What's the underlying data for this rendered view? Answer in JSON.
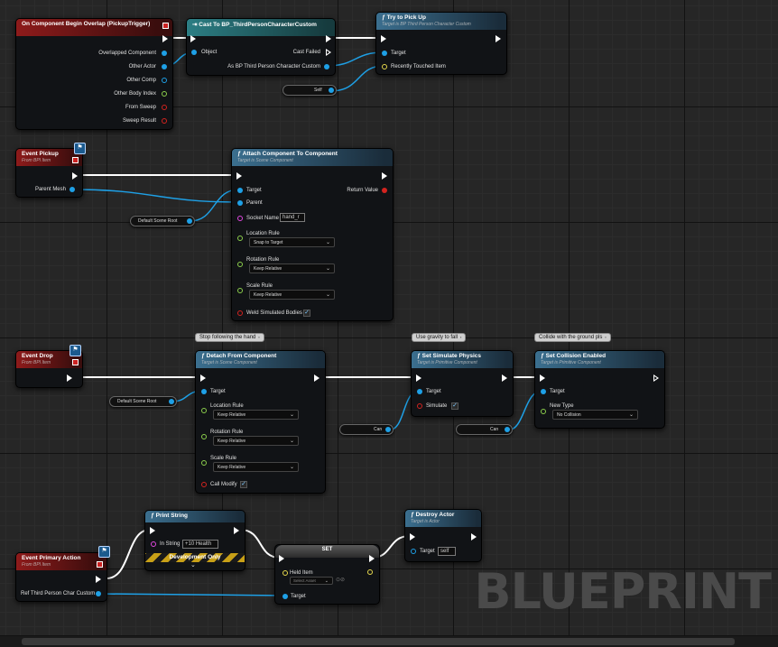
{
  "app": {
    "watermark": "BLUEPRINT"
  },
  "colors": {
    "event_header": "#8e1b1b",
    "function_header": "#3b6f8f",
    "cast_header": "#2c7e84",
    "object_pin": "#1ea0e6",
    "exec_wire": "#ffffff"
  },
  "nodes": {
    "begin_overlap": {
      "title": "On Component Begin Overlap (PickupTrigger)",
      "pins": [
        "Overlapped Component",
        "Other Actor",
        "Other Comp",
        "Other Body Index",
        "From Sweep",
        "Sweep Result"
      ]
    },
    "cast": {
      "title": "Cast To BP_ThirdPersonCharacterCustom",
      "object": "Object",
      "cast_failed": "Cast Failed",
      "as_output": "As BP Third Person Character Custom"
    },
    "try_pickup": {
      "title": "Try to Pick Up",
      "subtitle": "Target is BP Third Person Character Custom",
      "target": "Target",
      "recently_touched": "Recently Touched Item"
    },
    "self_var": {
      "label": "Self"
    },
    "event_pickup": {
      "title": "Event Pickup",
      "subtitle": "From BPI Item",
      "parent_mesh": "Parent Mesh"
    },
    "default_scene_root_1": {
      "label": "Default Scene Root"
    },
    "attach": {
      "title": "Attach Component To Component",
      "subtitle": "Target is Scene Component",
      "target": "Target",
      "parent": "Parent",
      "return_value": "Return Value",
      "socket_name": "Socket Name",
      "socket_value": "hand_r",
      "location_rule": "Location Rule",
      "location_value": "Snap to Target",
      "rotation_rule": "Rotation Rule",
      "rotation_value": "Keep Relative",
      "scale_rule": "Scale Rule",
      "scale_value": "Keep Relative",
      "weld": "Weld Simulated Bodies"
    },
    "event_drop": {
      "title": "Event Drop",
      "subtitle": "From BPI Item"
    },
    "default_scene_root_2": {
      "label": "Default Scene Root"
    },
    "detach": {
      "comment": "Stop following the hand",
      "title": "Detach From Component",
      "subtitle": "Target is Scene Component",
      "target": "Target",
      "location_rule": "Location Rule",
      "location_value": "Keep Relative",
      "rotation_rule": "Rotation Rule",
      "rotation_value": "Keep Relative",
      "scale_rule": "Scale Rule",
      "scale_value": "Keep Relative",
      "call_modify": "Call Modify"
    },
    "simulate": {
      "comment": "Use gravity to fall",
      "title": "Set Simulate Physics",
      "subtitle": "Target is Primitive Component",
      "target": "Target",
      "simulate": "Simulate"
    },
    "can_var_1": {
      "label": "Can"
    },
    "collision": {
      "comment": "Collide with the ground pls",
      "title": "Set Collision Enabled",
      "subtitle": "Target is Primitive Component",
      "target": "Target",
      "new_type": "New Type",
      "new_type_value": "No Collision"
    },
    "can_var_2": {
      "label": "Can"
    },
    "print_string": {
      "title": "Print String",
      "in_string": "In String",
      "in_string_value": "+10 Health",
      "dev_only": "Development Only"
    },
    "event_primary": {
      "title": "Event Primary Action",
      "subtitle": "From BPI Item",
      "ref": "Ref Third Person Char Custom"
    },
    "set_node": {
      "title": "SET",
      "held_item": "Held Item",
      "held_item_value": "Select Asset",
      "target": "Target"
    },
    "destroy": {
      "title": "Destroy Actor",
      "subtitle": "Target is Actor",
      "target": "Target",
      "target_value": "self"
    }
  }
}
